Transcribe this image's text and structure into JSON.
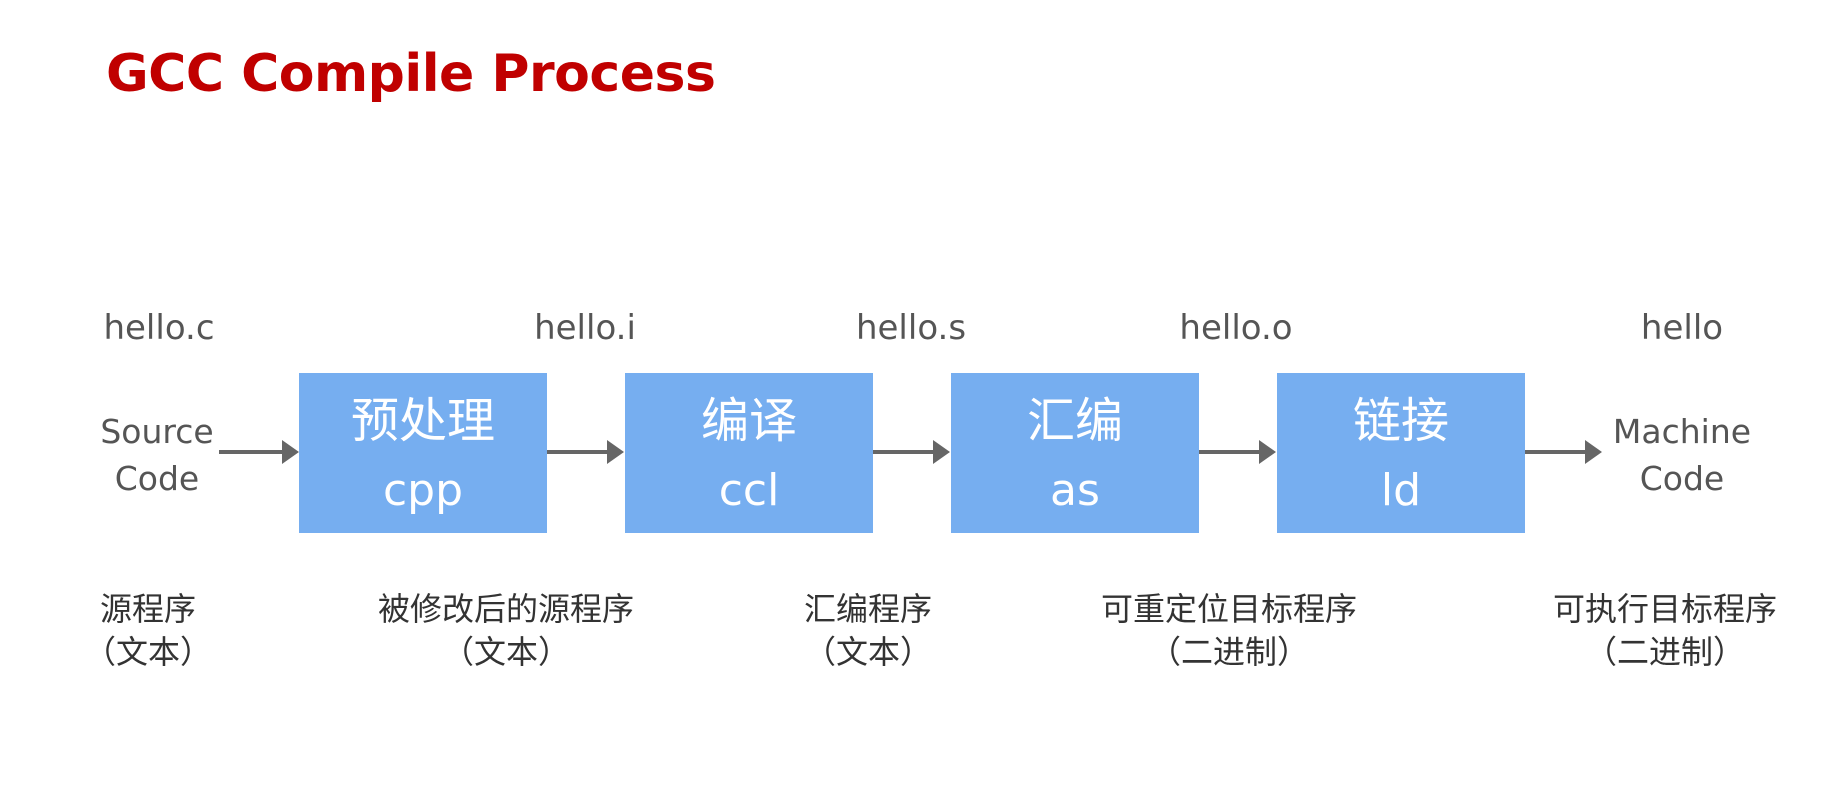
{
  "title": "GCC Compile Process",
  "colors": {
    "title": "#c00000",
    "box_fill": "#76aef0",
    "box_text": "#ffffff",
    "arrow": "#666666",
    "file_text": "#555555",
    "desc_text": "#333333"
  },
  "files": [
    "hello.c",
    "hello.i",
    "hello.s",
    "hello.o",
    "hello"
  ],
  "source": {
    "line1": "Source",
    "line2": "Code"
  },
  "machine": {
    "line1": "Machine",
    "line2": "Code"
  },
  "stages": [
    {
      "zh": "预处理",
      "tool": "cpp"
    },
    {
      "zh": "编译",
      "tool": "ccl"
    },
    {
      "zh": "汇编",
      "tool": "as"
    },
    {
      "zh": "链接",
      "tool": "ld"
    }
  ],
  "descriptions": [
    {
      "line1": "源程序",
      "line2": "（文本）"
    },
    {
      "line1": "被修改后的源程序",
      "line2": "（文本）"
    },
    {
      "line1": "汇编程序",
      "line2": "（文本）"
    },
    {
      "line1": "可重定位目标程序",
      "line2": "（二进制）"
    },
    {
      "line1": "可执行目标程序",
      "line2": "（二进制）"
    }
  ]
}
